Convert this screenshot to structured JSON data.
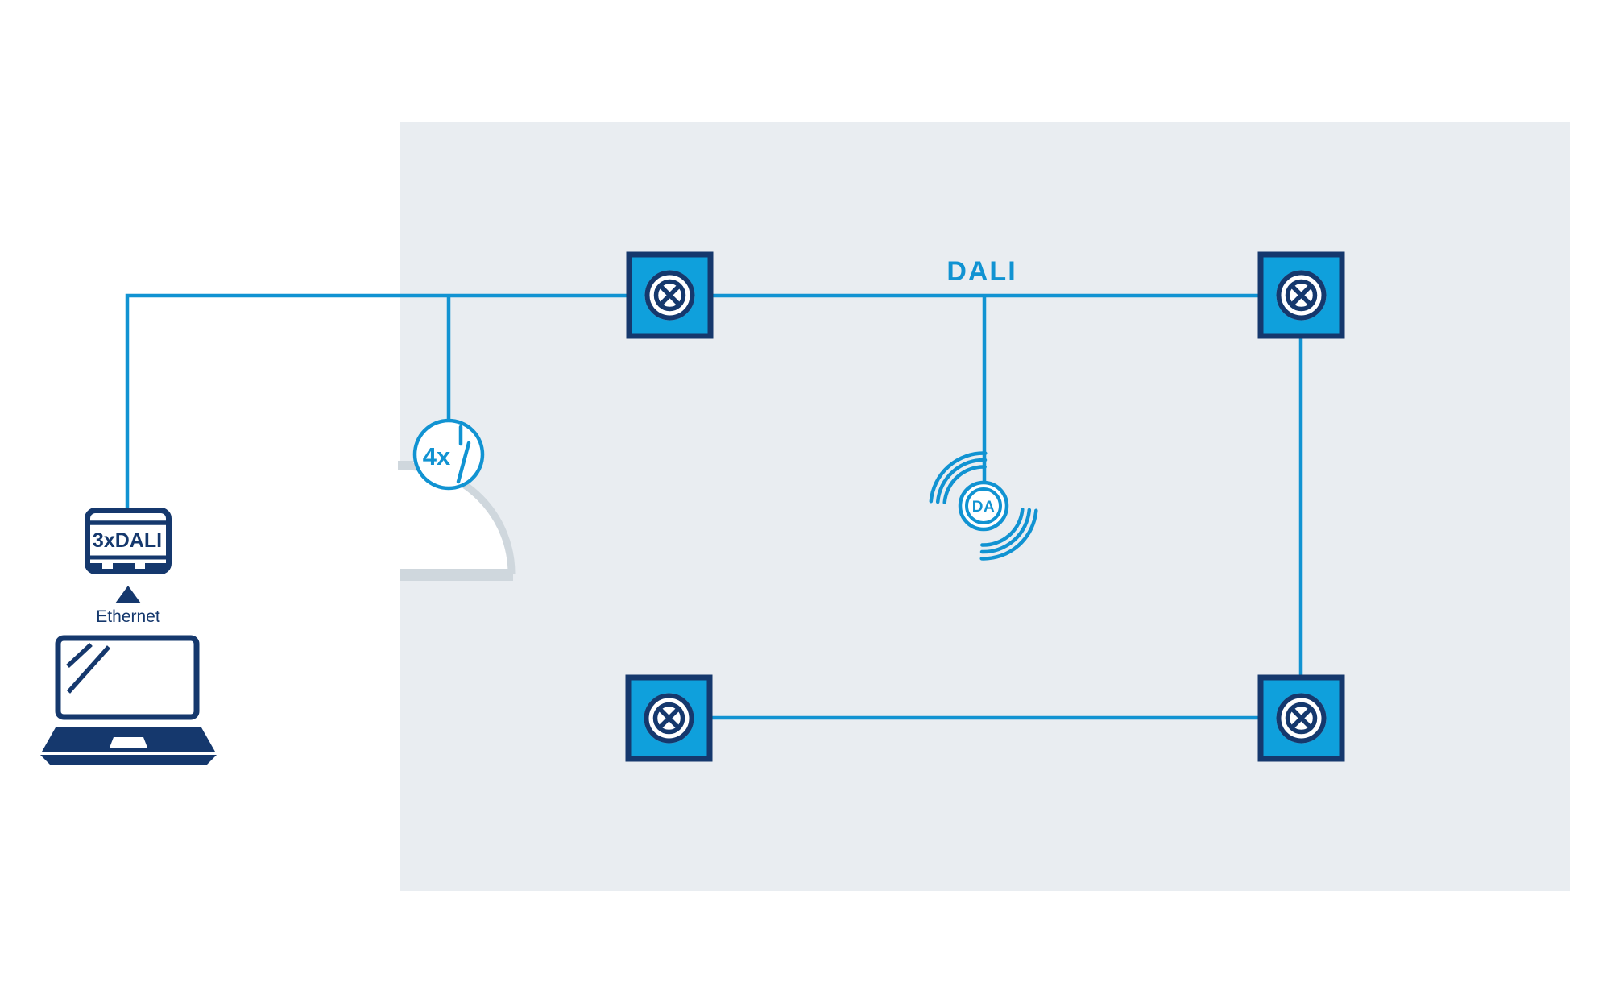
{
  "colors": {
    "accent_blue": "#1193D2",
    "luminaire_fill": "#0FA0DC",
    "navy": "#15386D",
    "room_fill": "#E9EDF1",
    "door_gray": "#CFD7DD",
    "background": "#FFFFFF"
  },
  "bus": {
    "label": "DALI"
  },
  "gateway": {
    "label": "3xDALI"
  },
  "ethernet": {
    "label": "Ethernet"
  },
  "switch": {
    "label": "4x"
  },
  "wireless_sensor": {
    "label": "DA"
  },
  "luminaires": {
    "count": 4
  }
}
